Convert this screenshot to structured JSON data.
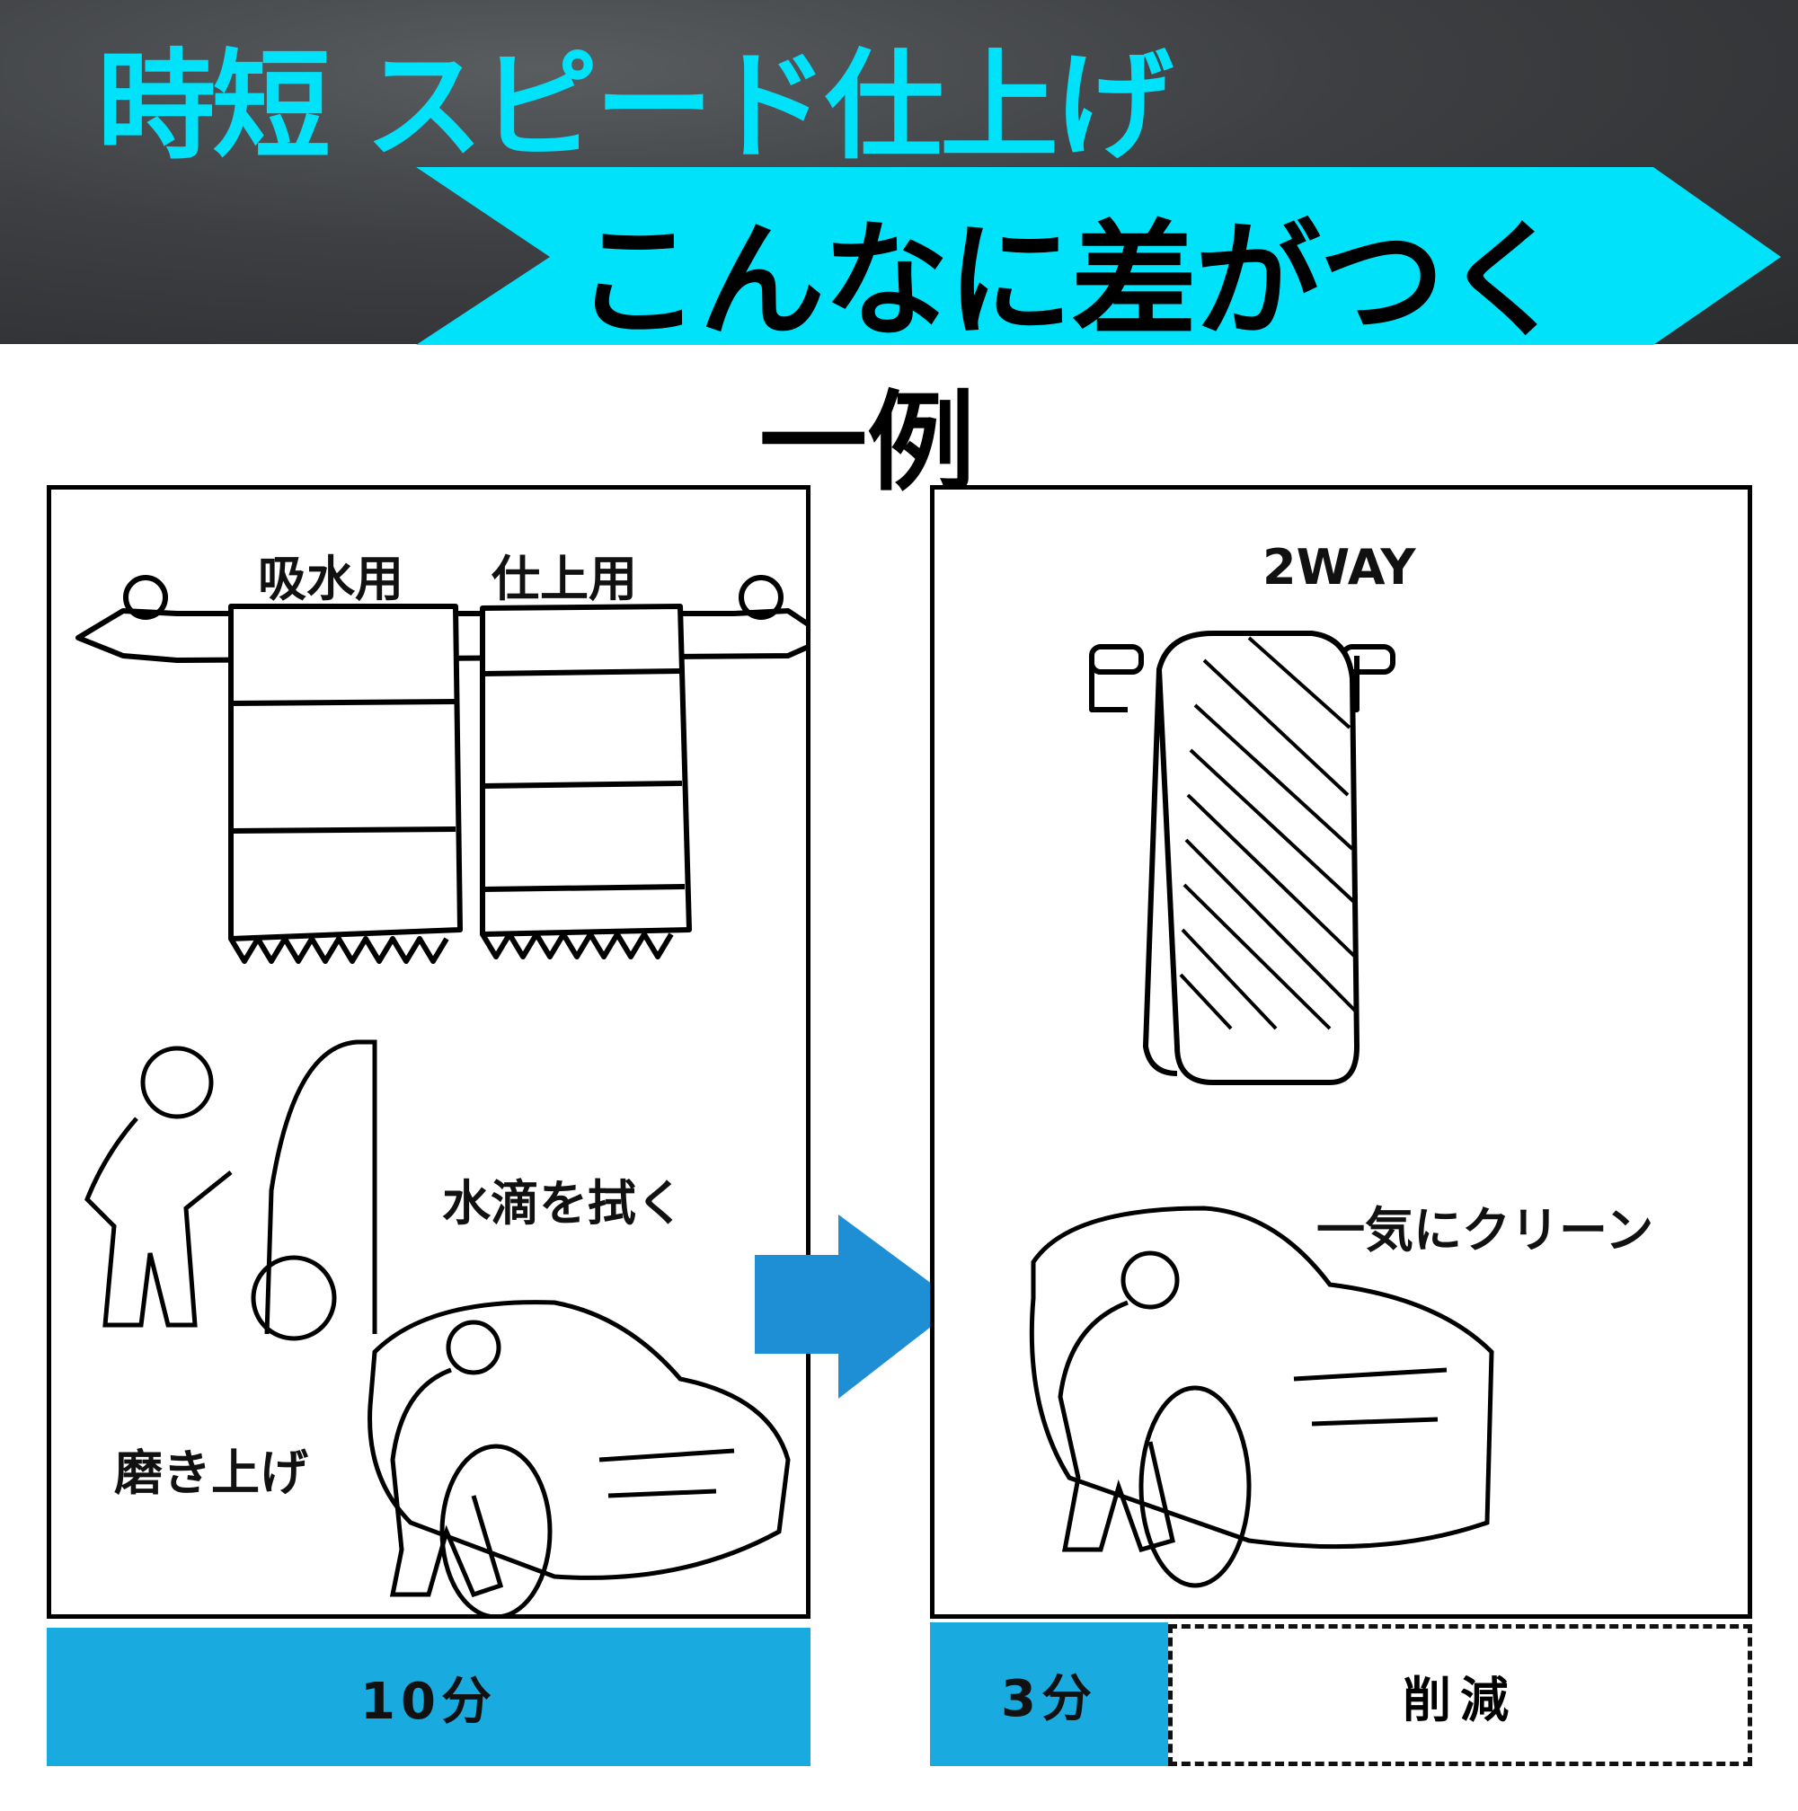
{
  "header": {
    "headline": "時短 スピード仕上げ",
    "subline": "こんなに差がつく",
    "accent_color": "#00e1fa"
  },
  "example_title": "一例",
  "before": {
    "towel_labels": [
      "吸水用",
      "仕上用"
    ],
    "step_wipe": "水滴を拭く",
    "step_polish": "磨き上げ",
    "time": "10分"
  },
  "after": {
    "towel_label": "2WAY",
    "step_clean": "一気にクリーン",
    "time": "3分",
    "reduction": "削減"
  },
  "bar_color": "#19aadf",
  "arrow_color": "#1e8fd5"
}
